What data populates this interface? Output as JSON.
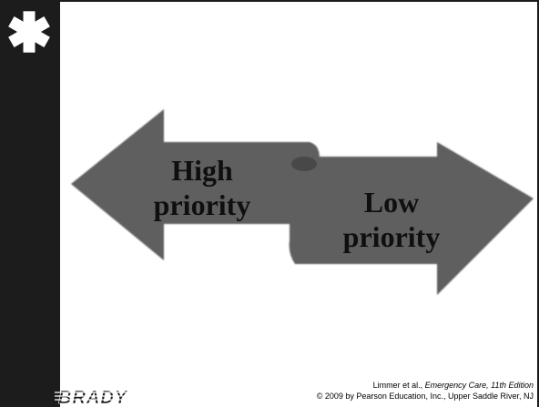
{
  "slide": {
    "high_arrow": {
      "label_line1": "High",
      "label_line2": "priority",
      "color": "#5e5e5e"
    },
    "low_arrow": {
      "label_line1": "Low",
      "label_line2": "priority",
      "color": "#5e5e5e"
    },
    "brand_logo_text": "BRADY",
    "credit": {
      "authors": "Limmer et al.,",
      "title": "Emergency Care, 11th Edition",
      "copyright": "© 2009 by Pearson Education, Inc., Upper Saddle River, NJ"
    }
  },
  "theme": {
    "sidebar": "#1c1c1c",
    "arrow": "#5e5e5e",
    "text": "#0f0f0f",
    "background": "#ffffff"
  }
}
